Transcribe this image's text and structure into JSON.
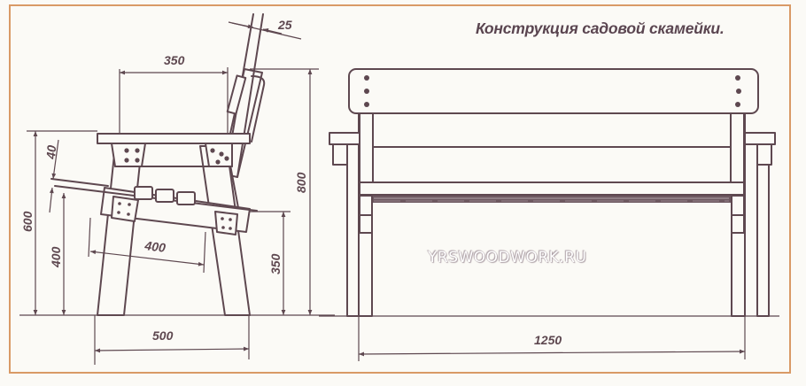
{
  "title": "Конструкция садовой скамейки.",
  "watermark": "YRSWOODWORK.RU",
  "colors": {
    "line": "#5e4850",
    "frame": "#d99a66",
    "background": "#fbfaf6"
  },
  "side_view": {
    "dimensions": {
      "backrest_thickness": "25",
      "seat_depth": "350",
      "total_height": "800",
      "seat_thickness": "40",
      "armrest_height": "600",
      "seat_height": "400",
      "seat_length": "400",
      "rear_height": "350",
      "base_width": "500"
    }
  },
  "front_view": {
    "dimensions": {
      "length": "1250"
    }
  }
}
